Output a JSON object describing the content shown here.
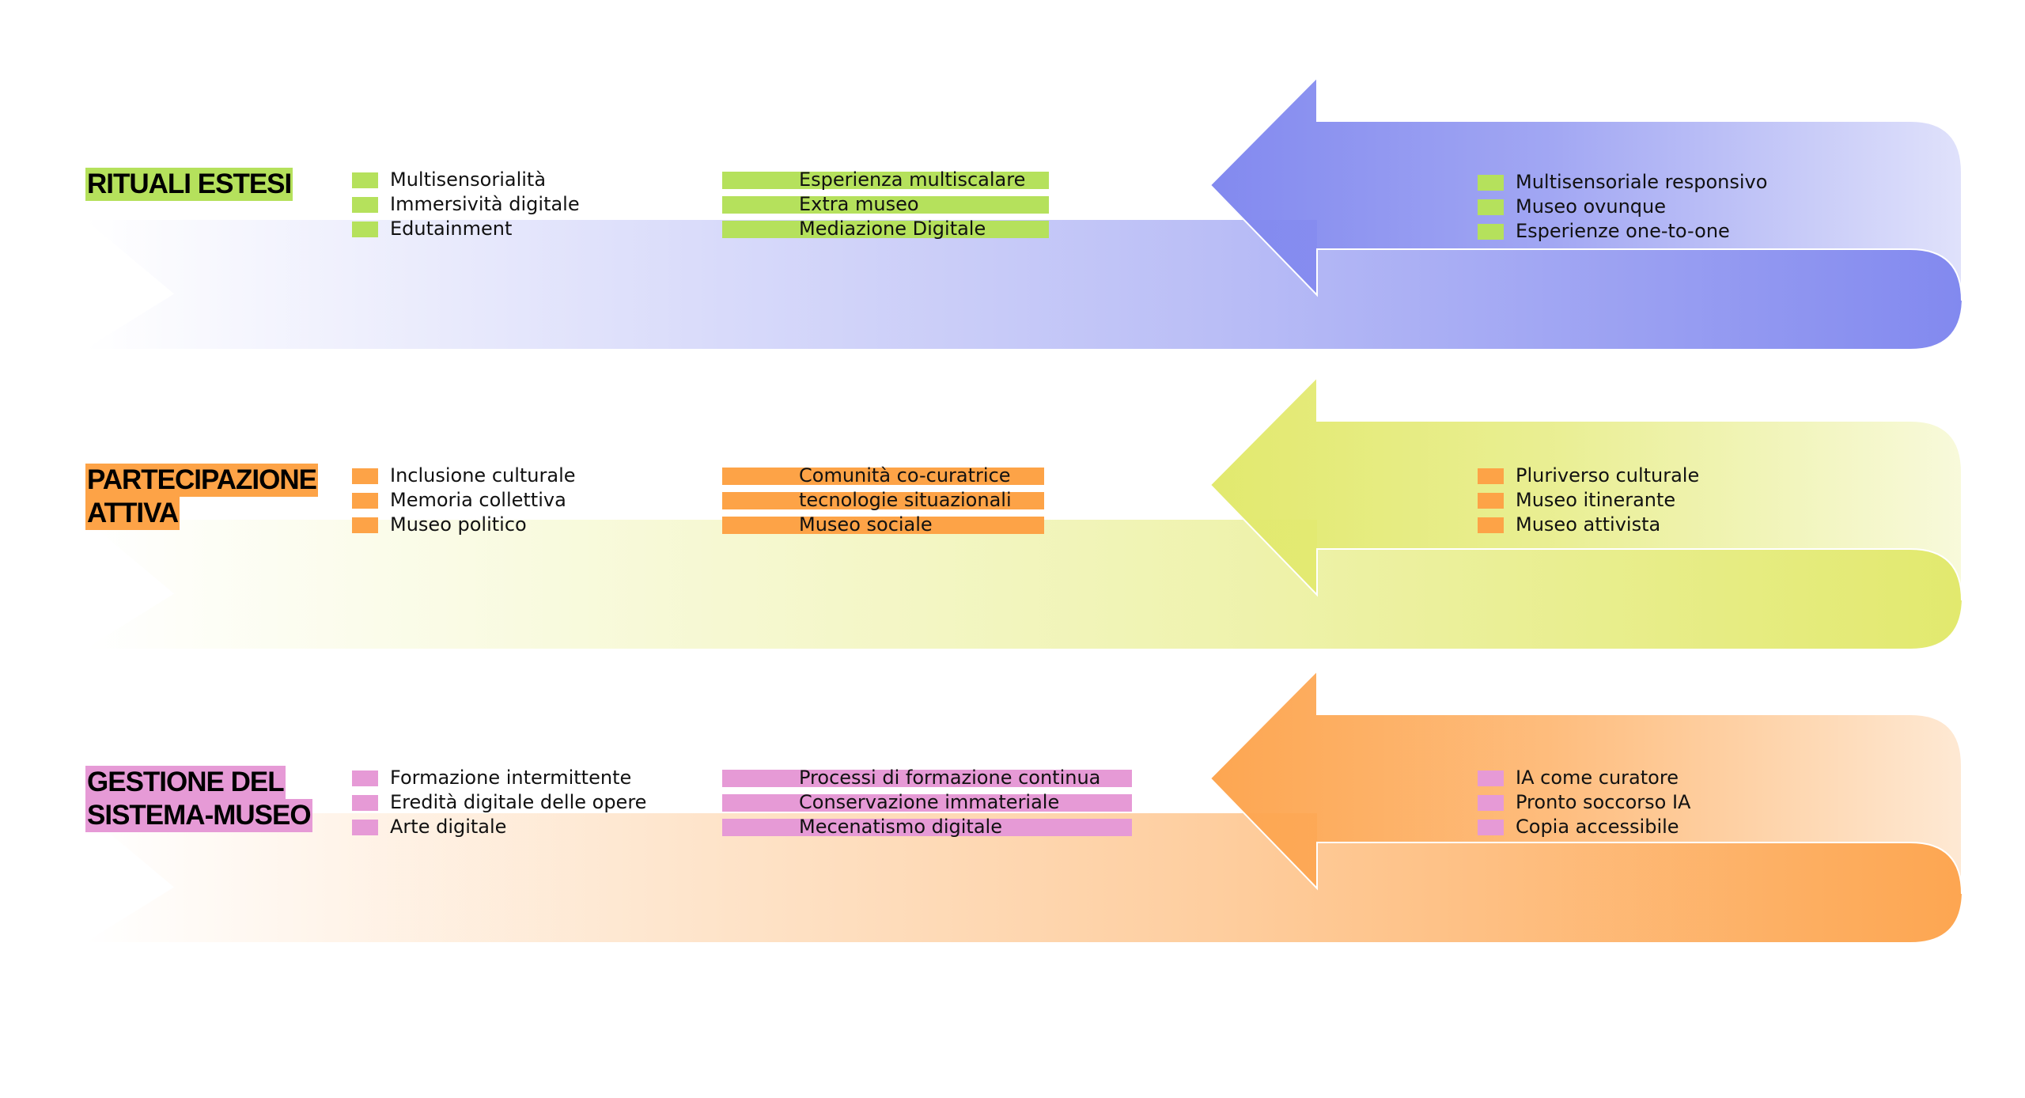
{
  "colors": {
    "green": "#b5e15c",
    "orange": "#fda347",
    "pink": "#e69ad6",
    "blue_arrow": "#8289ef",
    "lime_arrow": "#e2e96e",
    "orange_arrow": "#fda651"
  },
  "rows": [
    {
      "title_lines": [
        "RITUALI ESTESI"
      ],
      "marker_color": "green",
      "arrow_color": "blue_arrow",
      "left_items": [
        "Multisensorialità",
        "Immersività digitale",
        "Edutainment"
      ],
      "middle_items": [
        "Esperienza multiscalare",
        "Extra museo",
        "Mediazione Digitale"
      ],
      "right_items": [
        "Multisensoriale responsivo",
        "Museo ovunque",
        "Esperienze one-to-one"
      ]
    },
    {
      "title_lines": [
        "PARTECIPAZIONE",
        "ATTIVA"
      ],
      "marker_color": "orange",
      "arrow_color": "lime_arrow",
      "left_items": [
        "Inclusione culturale",
        "Memoria collettiva",
        "Museo politico"
      ],
      "middle_items": [
        "Comunità co-curatrice",
        "tecnologie situazionali",
        "Museo sociale"
      ],
      "right_items": [
        "Pluriverso culturale",
        "Museo itinerante",
        "Museo attivista"
      ]
    },
    {
      "title_lines": [
        "GESTIONE DEL",
        "SISTEMA-MUSEO"
      ],
      "marker_color": "pink",
      "arrow_color": "orange_arrow",
      "left_items": [
        "Formazione intermittente",
        "Eredità digitale delle opere",
        "Arte digitale"
      ],
      "middle_items": [
        "Processi di formazione continua",
        "Conservazione immateriale",
        "Mecenatismo digitale"
      ],
      "right_items": [
        "IA come curatore",
        "Pronto soccorso IA",
        "Copia accessibile"
      ]
    }
  ]
}
